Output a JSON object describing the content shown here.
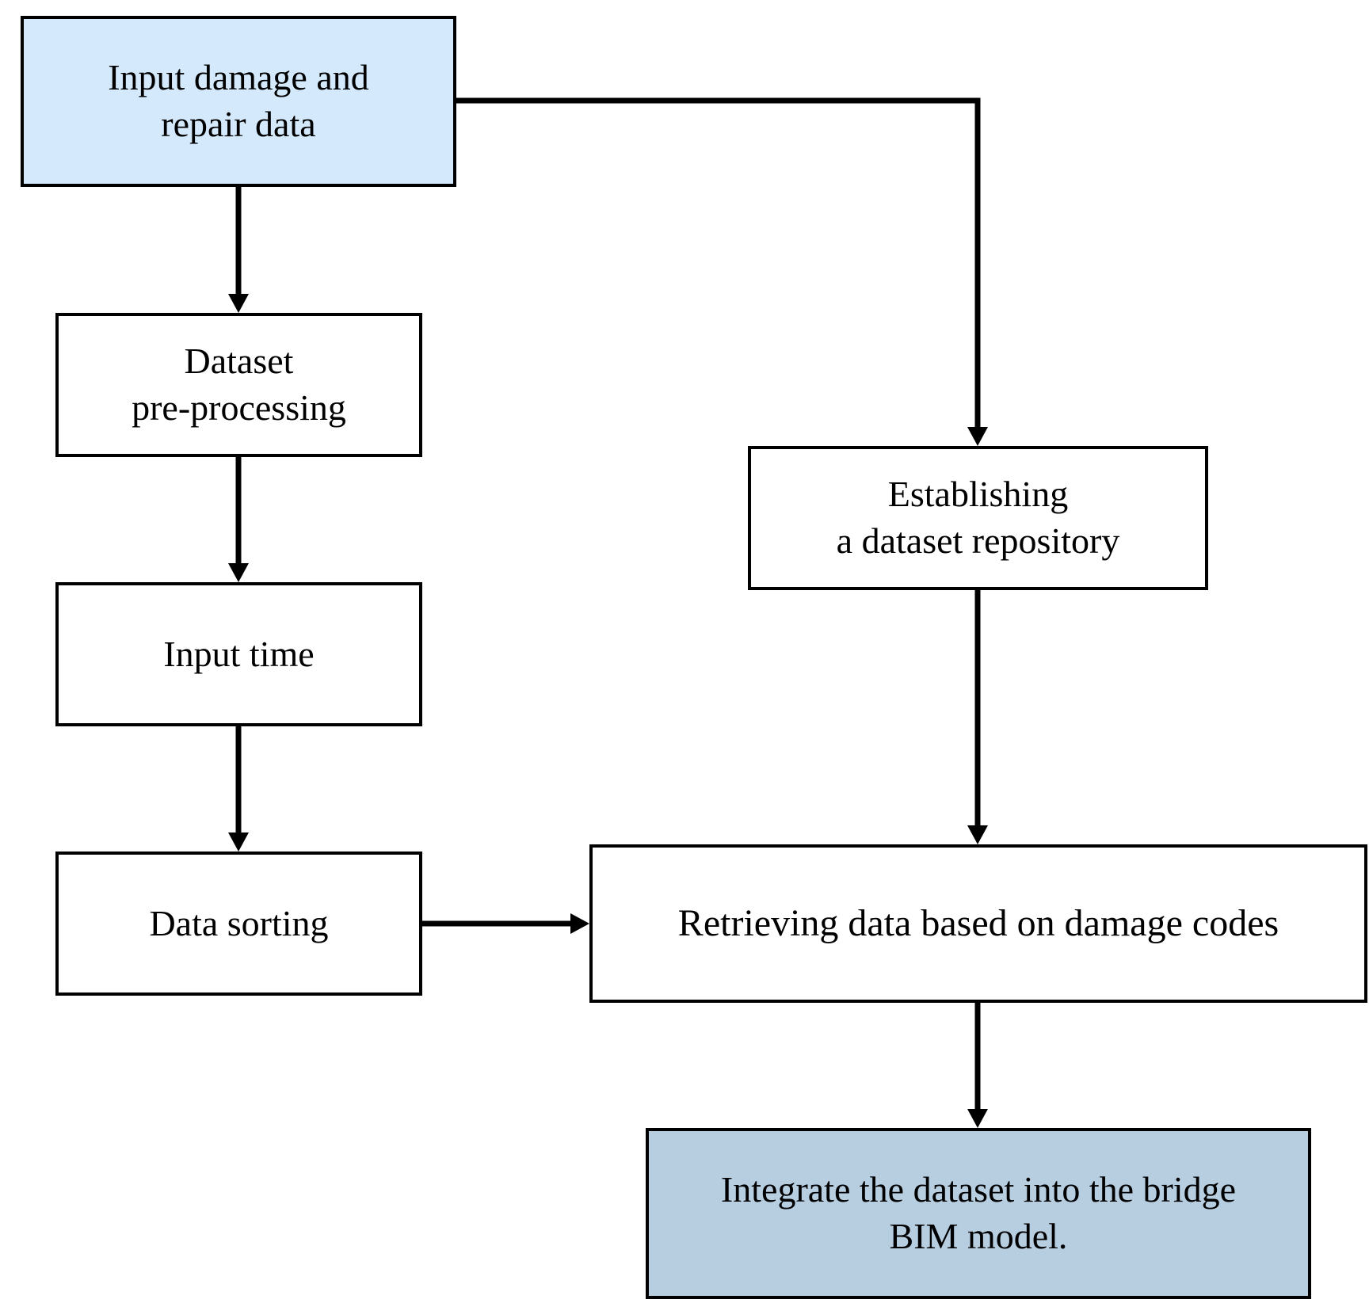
{
  "diagram": {
    "type": "flowchart",
    "colors": {
      "start_fill": "#d4e9fb",
      "end_fill": "#b7cde0",
      "default_fill": "#ffffff",
      "stroke": "#000000"
    },
    "nodes": {
      "input_damage": {
        "lines": [
          "Input damage and",
          "repair data"
        ]
      },
      "preprocessing": {
        "lines": [
          "Dataset",
          "pre-processing"
        ]
      },
      "input_time": {
        "lines": [
          "Input time"
        ]
      },
      "data_sorting": {
        "lines": [
          "Data sorting"
        ]
      },
      "repository": {
        "lines": [
          "Establishing",
          "a dataset repository"
        ]
      },
      "retrieving": {
        "lines": [
          "Retrieving data based on damage codes"
        ]
      },
      "integrate": {
        "lines": [
          "Integrate the dataset into the bridge",
          "BIM model."
        ]
      }
    },
    "edges": [
      {
        "from": "input_damage",
        "to": "preprocessing"
      },
      {
        "from": "preprocessing",
        "to": "input_time"
      },
      {
        "from": "input_time",
        "to": "data_sorting"
      },
      {
        "from": "input_damage",
        "to": "repository"
      },
      {
        "from": "repository",
        "to": "retrieving"
      },
      {
        "from": "data_sorting",
        "to": "retrieving"
      },
      {
        "from": "retrieving",
        "to": "integrate"
      }
    ]
  }
}
